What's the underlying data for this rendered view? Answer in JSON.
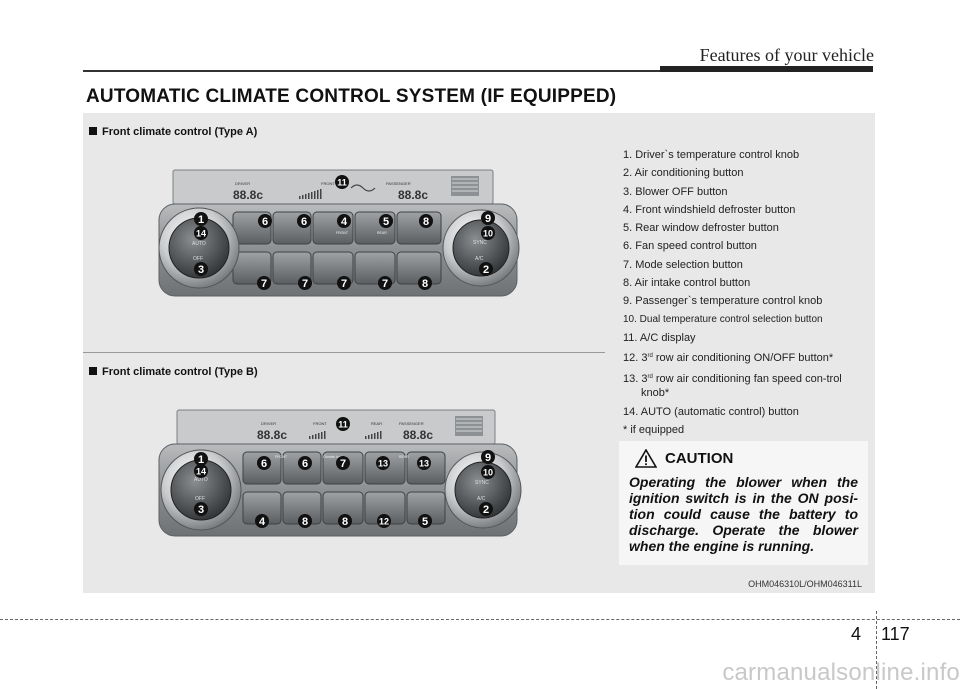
{
  "header": {
    "title": "Features of your vehicle"
  },
  "section": {
    "title": "AUTOMATIC CLIMATE CONTROL SYSTEM (IF EQUIPPED)"
  },
  "figures": {
    "type_a": {
      "caption": "Front climate control (Type A)",
      "display": {
        "driver": "DRIVER",
        "front": "FRONT",
        "passenger": "PASSENGER",
        "temp_left": "88.8c",
        "temp_right": "88.8c"
      },
      "knob_labels": {
        "auto": "AUTO",
        "off": "OFF",
        "sync": "SYNC",
        "ac": "A/C"
      },
      "button_labels": {
        "front": "FRONT",
        "rear": "REAR"
      },
      "callouts": [
        "1",
        "14",
        "3",
        "6",
        "6",
        "4",
        "5",
        "8",
        "11",
        "9",
        "10",
        "2",
        "7",
        "7",
        "7",
        "7",
        "8"
      ]
    },
    "type_b": {
      "caption": "Front climate control (Type B)",
      "display": {
        "driver": "DRIVER",
        "front": "FRONT",
        "rear": "REAR",
        "passenger": "PASSENGER",
        "temp_left": "88.8c",
        "temp_right": "88.8c"
      },
      "knob_labels": {
        "auto": "AUTO",
        "off": "OFF",
        "sync": "SYNC",
        "ac": "A/C"
      },
      "button_labels": {
        "front": "FRONT",
        "rear": "REAR",
        "climate": "Climate Ionizer"
      },
      "callouts": [
        "1",
        "14",
        "3",
        "6",
        "6",
        "7",
        "13",
        "13",
        "11",
        "9",
        "10",
        "2",
        "4",
        "8",
        "8",
        "12",
        "5"
      ]
    }
  },
  "legend": {
    "items": [
      "1. Driver`s temperature control knob",
      "2. Air conditioning button",
      "3. Blower OFF button",
      "4. Front windshield defroster button",
      "5. Rear window defroster button",
      "6. Fan speed control button",
      "7. Mode selection button",
      "8. Air intake control button",
      "9. Passenger`s temperature control knob",
      "10. Dual temperature control selection button",
      "11. A/C display"
    ],
    "item12": {
      "prefix": "12. 3",
      "sup": "rd",
      "suffix": " row air conditioning ON/OFF button*"
    },
    "item13": {
      "prefix": "13. 3",
      "sup": "rd",
      "suffix": " row air conditioning fan speed con-trol knob*"
    },
    "item14": "14. AUTO (automatic control) button",
    "footnote": "* if equipped"
  },
  "caution": {
    "title": "CAUTION",
    "text": "Operating the blower when the ignition switch is in the ON posi-tion could cause the battery to discharge. Operate the blower when the engine is running."
  },
  "image_code": "OHM046310L/OHM046311L",
  "page": {
    "chapter": "4",
    "number": "117"
  },
  "watermark": "carmanualsonline.info"
}
